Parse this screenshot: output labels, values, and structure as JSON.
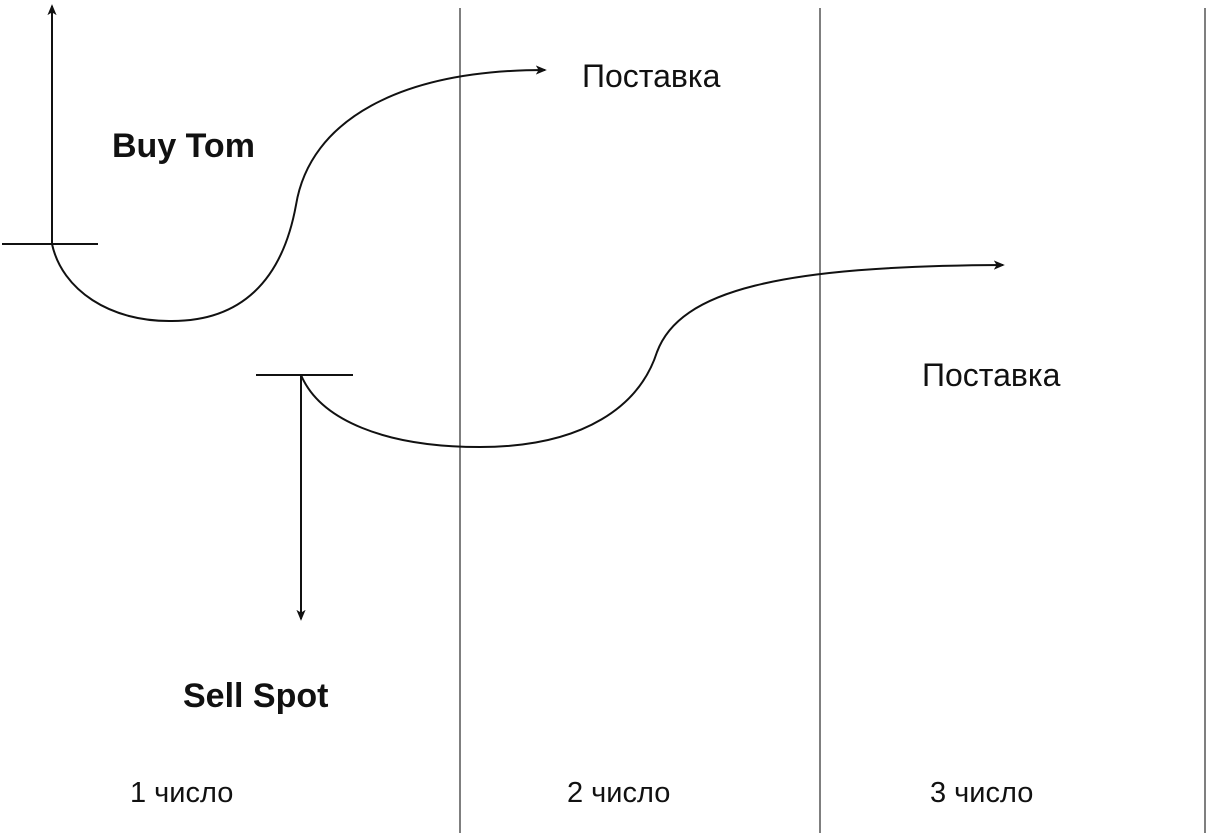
{
  "diagram": {
    "buy_label": "Buy Tom",
    "sell_label": "Sell Spot",
    "delivery_top": "Поставка",
    "delivery_bottom": "Поставка",
    "days": [
      "1 число",
      "2 число",
      "3 число"
    ]
  },
  "colors": {
    "ink": "#111111",
    "divider": "#555555",
    "background": "#ffffff"
  }
}
